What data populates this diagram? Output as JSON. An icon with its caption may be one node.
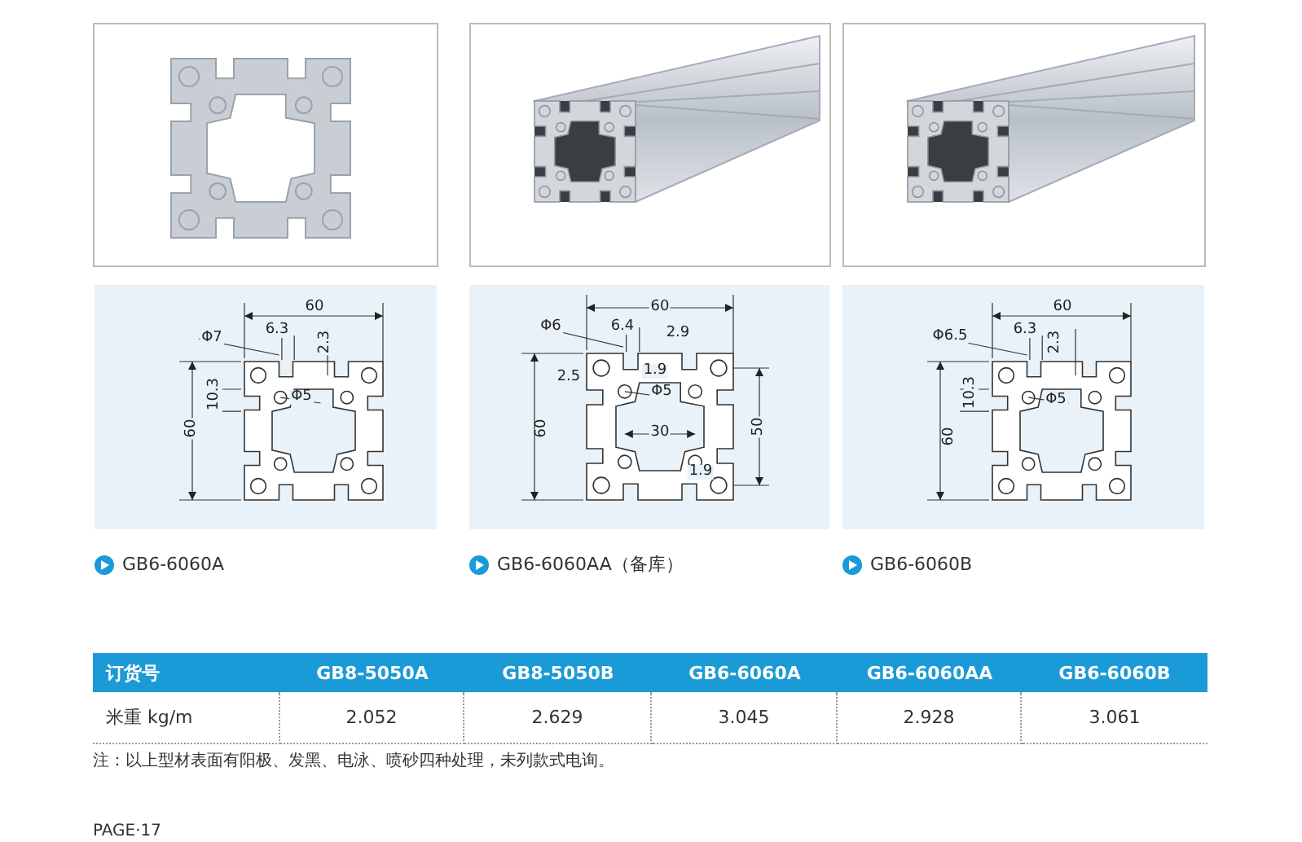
{
  "diagram": {
    "labels": [
      "60",
      "Φ7",
      "6.3",
      "2.3",
      "10.3",
      "Φ5",
      "60",
      "60",
      "Φ6",
      "6.4",
      "2.9",
      "2.5",
      "1.9",
      "Φ5",
      "60",
      "30",
      "50",
      "1.9",
      "60",
      "Φ6.5",
      "6.3",
      "2.3",
      "10.3",
      "Φ5",
      "60",
      "GB6-6060A",
      "GB6-6060AA（备库）",
      "GB6-6060B",
      "订货号",
      "GB8-5050A",
      "GB8-5050B",
      "GB6-6060A",
      "GB6-6060AA",
      "GB6-6060B",
      "米重 kg/m",
      "2.052",
      "2.629",
      "3.045",
      "2.928",
      "3.061",
      "注：以上型材表面有阳极、发黑、电泳、喷砂四种处理，未列款式电询。",
      "PAGE·17"
    ]
  }
}
